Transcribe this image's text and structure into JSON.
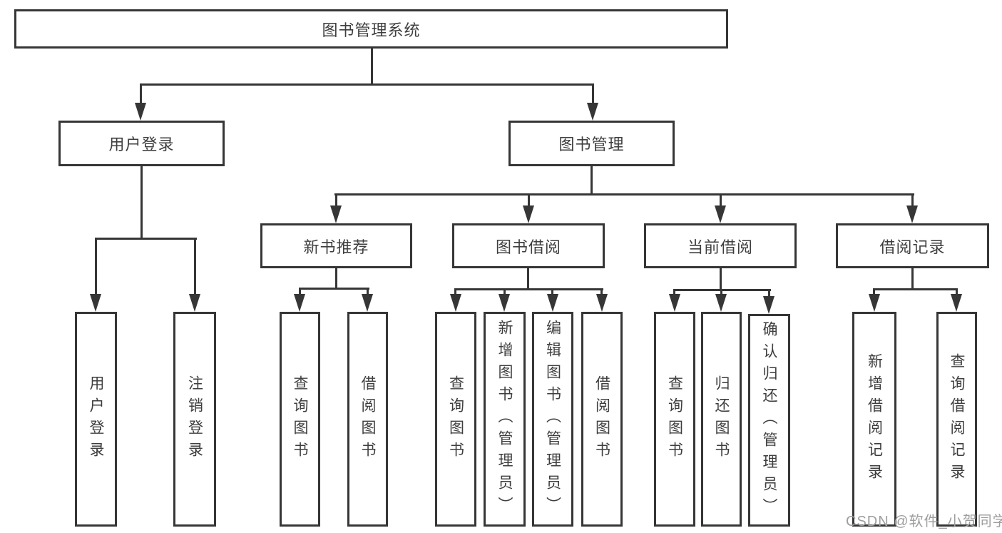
{
  "diagram_title": "图书管理系统",
  "tree": {
    "root": {
      "label": "图书管理系统"
    },
    "user_branch": {
      "label": "用户登录",
      "children": [
        {
          "label": "用户登录"
        },
        {
          "label": "注销登录"
        }
      ]
    },
    "book_branch": {
      "label": "图书管理",
      "sections": [
        {
          "label": "新书推荐",
          "children": [
            {
              "label": "查询图书"
            },
            {
              "label": "借阅图书"
            }
          ]
        },
        {
          "label": "图书借阅",
          "children": [
            {
              "label": "查询图书"
            },
            {
              "label": "新增图书（管理员）"
            },
            {
              "label": "编辑图书（管理员）"
            },
            {
              "label": "借阅图书"
            }
          ]
        },
        {
          "label": "当前借阅",
          "children": [
            {
              "label": "查询图书"
            },
            {
              "label": "归还图书"
            },
            {
              "label": "确认归还（管理员）"
            }
          ]
        },
        {
          "label": "借阅记录",
          "children": [
            {
              "label": "新增借阅记录"
            },
            {
              "label": "查询借阅记录"
            }
          ]
        }
      ]
    }
  },
  "watermark": {
    "text": "CSDN @软件_小贺同学"
  },
  "colors": {
    "line": "#363636",
    "box_text": "#3e3e3e",
    "watermark": "#9e9e9e",
    "background": "#ffffff"
  }
}
